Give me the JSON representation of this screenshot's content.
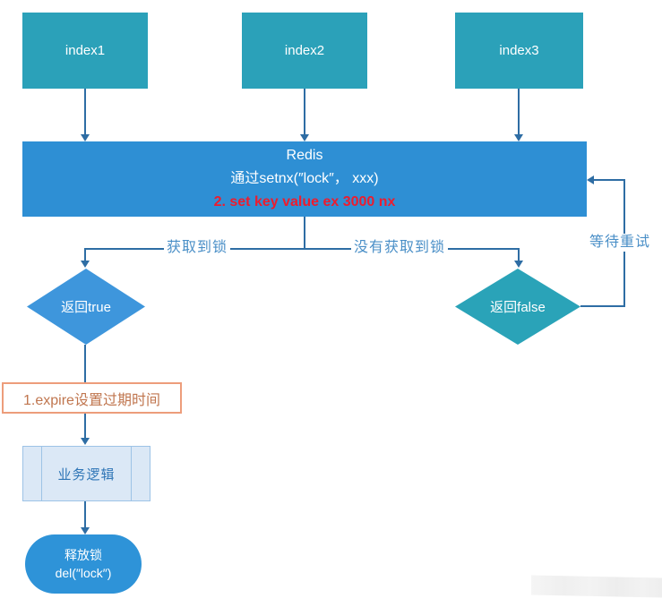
{
  "diagram": {
    "title": "Redis setnx distributed lock flow",
    "nodes": {
      "index1": {
        "label": "index1"
      },
      "index2": {
        "label": "index2"
      },
      "index3": {
        "label": "index3"
      },
      "redis": {
        "line1": "Redis",
        "line2": "通过setnx(″lock″， xxx)",
        "line3": "2. set key value ex 3000 nx"
      },
      "return_true": {
        "label": "返回true"
      },
      "return_false": {
        "label": "返回false"
      },
      "expire_note": {
        "label": "1.expire设置过期时间"
      },
      "business_logic": {
        "label": "业务逻辑"
      },
      "release_lock": {
        "line1": "释放锁",
        "line2": "del(″lock″)"
      }
    },
    "edge_labels": {
      "acquired": "获取到锁",
      "not_acquired": "没有获取到锁",
      "retry": "等待重试"
    },
    "colors": {
      "teal_node": "#2ba1b9",
      "redis_blue": "#2e8fd4",
      "true_diamond_blue": "#3e96dc",
      "false_diamond_teal": "#2aa3b8",
      "stadium_blue": "#2e93d8",
      "connector_blue": "#2e6da4",
      "edge_label_blue": "#4a8fc7",
      "alert_red": "#ed1c2e",
      "note_border_orange": "#ed9d7b",
      "note_text_orange": "#c0764f",
      "process_fill": "#dbe8f6",
      "process_border": "#9dc3e6",
      "process_text": "#2e75b6"
    }
  }
}
